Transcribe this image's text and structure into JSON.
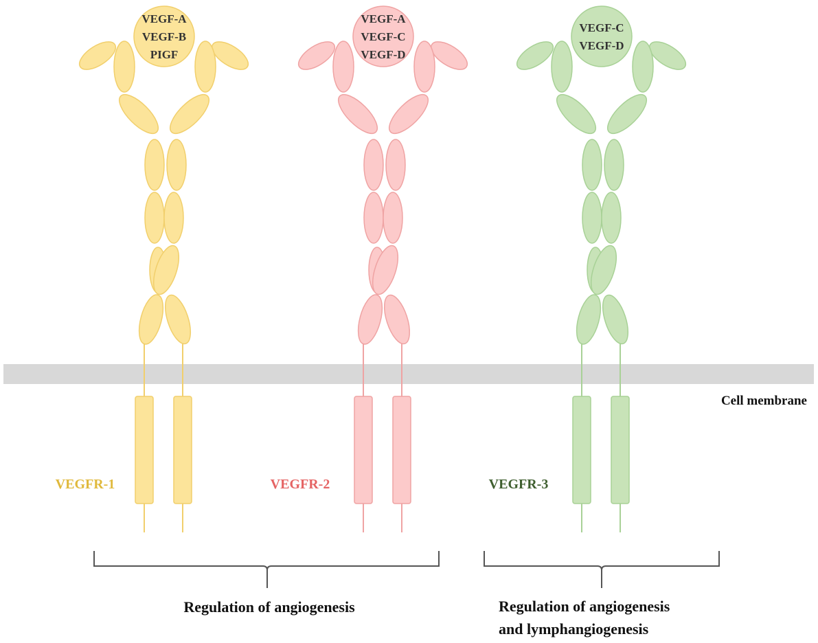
{
  "membrane_label": "Cell membrane",
  "receptors": [
    {
      "id": "vegfr1",
      "name": "VEGFR-1",
      "ligands": [
        "VEGF-A",
        "VEGF-B",
        "PIGF"
      ],
      "fill": "#fce49a",
      "stroke": "#f1cf6c",
      "label_color": "#e0b93c"
    },
    {
      "id": "vegfr2",
      "name": "VEGFR-2",
      "ligands": [
        "VEGF-A",
        "VEGF-C",
        "VEGF-D"
      ],
      "fill": "#fccaca",
      "stroke": "#efa3a3",
      "label_color": "#e56464"
    },
    {
      "id": "vegfr3",
      "name": "VEGFR-3",
      "ligands": [
        "VEGF-C",
        "VEGF-D"
      ],
      "fill": "#c8e3b8",
      "stroke": "#a8d196",
      "label_color": "#3f5f2f"
    }
  ],
  "captions": {
    "angiogenesis": [
      "Regulation of angiogenesis"
    ],
    "lymph": [
      "Regulation of angiogenesis",
      "and lymphangiogenesis"
    ]
  },
  "colors": {
    "membrane": "#d8d8d8",
    "bracket": "#555555"
  }
}
